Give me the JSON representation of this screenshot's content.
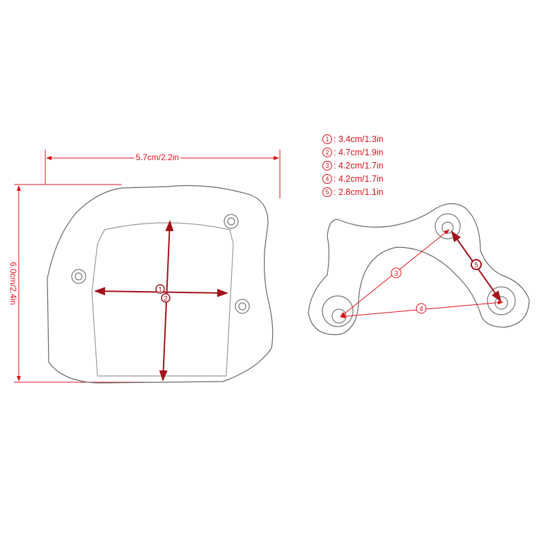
{
  "dimensions": {
    "overall_width": "5.7cm/2.2in",
    "overall_height": "6.0cm/2.4in"
  },
  "legend": [
    {
      "num": "1",
      "value": "3.4cm/1.3in"
    },
    {
      "num": "2",
      "value": "4.7cm/1.9in"
    },
    {
      "num": "3",
      "value": "4.2cm/1.7in"
    },
    {
      "num": "4",
      "value": "4.2cm/1.7in"
    },
    {
      "num": "5",
      "value": "2.8cm/1.1in"
    }
  ],
  "markers": {
    "m1": "1",
    "m2": "2",
    "m3": "3",
    "m4": "4",
    "m5": "5"
  },
  "colors": {
    "dimension_red": "#e0101a",
    "marker_dark_red": "#a3121b",
    "outline": "#555555"
  }
}
